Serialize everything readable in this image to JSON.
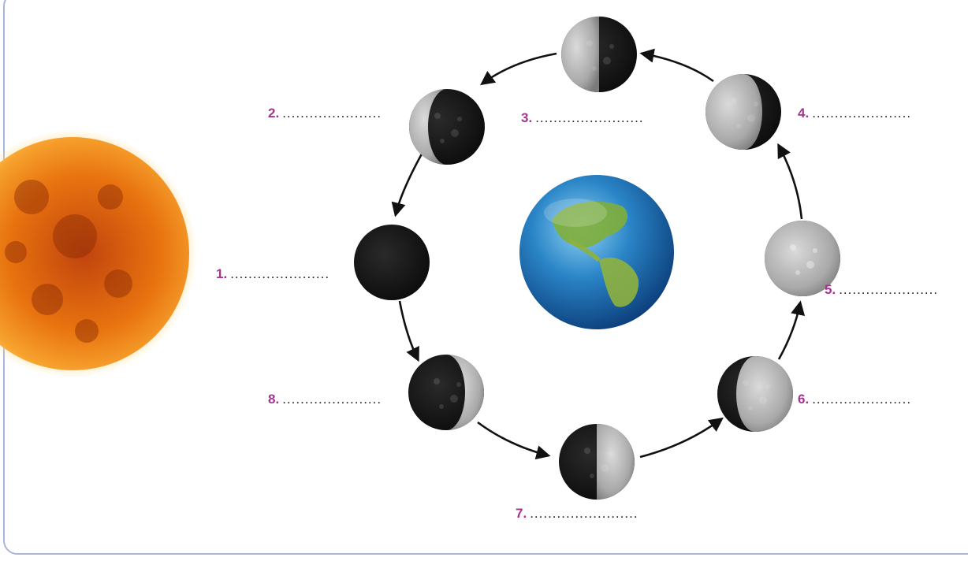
{
  "labels": [
    {
      "id": "1",
      "text": "1.",
      "blank": "......................"
    },
    {
      "id": "2",
      "text": "2.",
      "blank": "......................"
    },
    {
      "id": "3",
      "text": "3.",
      "blank": "........................"
    },
    {
      "id": "4",
      "text": "4.",
      "blank": "......................"
    },
    {
      "id": "5",
      "text": "5.",
      "blank": "......................"
    },
    {
      "id": "6",
      "text": "6.",
      "blank": "......................"
    },
    {
      "id": "7",
      "text": "7.",
      "blank": "........................"
    },
    {
      "id": "8",
      "text": "8.",
      "blank": "......................"
    }
  ],
  "moon_phases": [
    {
      "id": "1",
      "illumination": 0,
      "lit_side": "none"
    },
    {
      "id": "2",
      "illumination": 0.25,
      "lit_side": "left"
    },
    {
      "id": "3",
      "illumination": 0.5,
      "lit_side": "left"
    },
    {
      "id": "4",
      "illumination": 0.75,
      "lit_side": "left"
    },
    {
      "id": "5",
      "illumination": 1,
      "lit_side": "full"
    },
    {
      "id": "6",
      "illumination": 0.75,
      "lit_side": "right"
    },
    {
      "id": "7",
      "illumination": 0.5,
      "lit_side": "right"
    },
    {
      "id": "8",
      "illumination": 0.25,
      "lit_side": "right"
    }
  ],
  "colors": {
    "label": "#a3358f",
    "frame": "#a9b5db",
    "moon_lit": "#b9b9b9",
    "moon_dark": "#121212",
    "sun": "#f08a1c",
    "earth_ocean": "#1f6fb5",
    "earth_land": "#7fae3a"
  },
  "icons": [
    "sun-icon",
    "earth-icon",
    "moon-icon",
    "arrow-icon"
  ]
}
